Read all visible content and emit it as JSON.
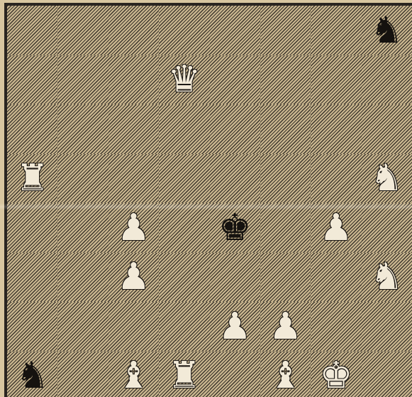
{
  "board": {
    "ranks": [
      [
        "",
        "",
        "",
        "",
        "",
        "",
        "",
        "bN"
      ],
      [
        "",
        "",
        "",
        "wQ",
        "",
        "",
        "",
        ""
      ],
      [
        "",
        "",
        "",
        "",
        "",
        "",
        "",
        ""
      ],
      [
        "wR",
        "",
        "",
        "",
        "",
        "",
        "",
        "wN"
      ],
      [
        "",
        "",
        "wP",
        "",
        "bK",
        "",
        "wP",
        ""
      ],
      [
        "",
        "",
        "wP",
        "",
        "",
        "",
        "",
        "wN"
      ],
      [
        "",
        "",
        "",
        "",
        "wP",
        "wP",
        "",
        ""
      ],
      [
        "bN",
        "",
        "wB",
        "wR",
        "",
        "wB",
        "wK",
        ""
      ]
    ],
    "first_square_dark": false
  },
  "colors": {
    "light_square": "#dccaa5",
    "dark_square_hatch": "#3d362c",
    "frame": "#2a2520"
  },
  "icons": {
    "wK": "white-king-icon",
    "wQ": "white-queen-icon",
    "wR": "white-rook-icon",
    "wB": "white-bishop-icon",
    "wN": "white-knight-icon",
    "wP": "white-pawn-icon",
    "bK": "black-king-icon",
    "bN": "black-knight-icon"
  }
}
